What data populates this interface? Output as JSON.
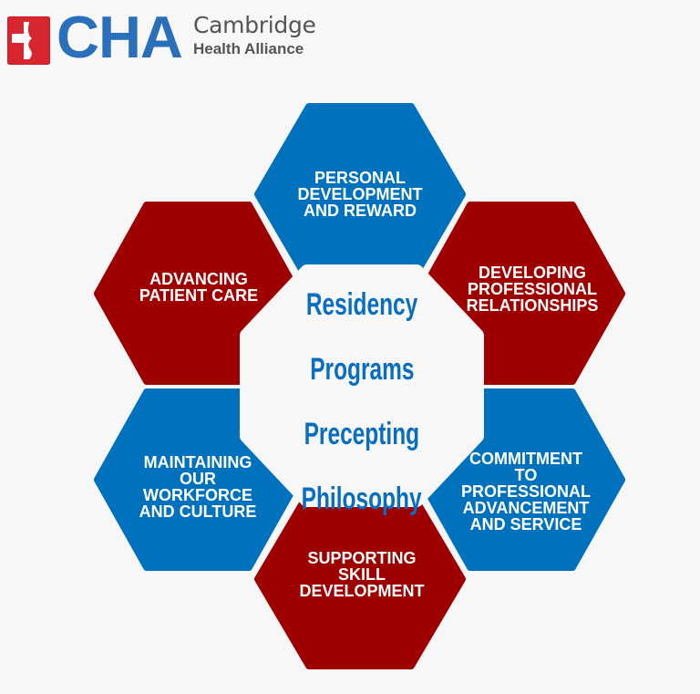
{
  "logo": {
    "abbr": "CHA",
    "name_line1": "Cambridge",
    "name_line2": "Health Alliance",
    "icon": "cha-cross-icon",
    "colors": {
      "abbr": "#2a6fba",
      "name": "#555555",
      "mark": "#d7262e"
    }
  },
  "diagram": {
    "center": {
      "lines": [
        "Residency",
        "Programs",
        "Precepting",
        "Philosophy"
      ],
      "color": "#0a6ec0"
    },
    "colors": {
      "blue": "#0071bd",
      "red": "#9e0000",
      "background": "#f7f7f7",
      "label": "#ffffff"
    },
    "segments": [
      {
        "id": "top",
        "label": "PERSONAL\nDEVELOPMENT\nAND REWARD",
        "color": "blue"
      },
      {
        "id": "upper-right",
        "label": "DEVELOPING\nPROFESSIONAL\nRELATIONSHIPS",
        "color": "red"
      },
      {
        "id": "lower-right",
        "label": "COMMITMENT\nTO\nPROFESSIONAL\nADVANCEMENT\nAND SERVICE",
        "color": "blue"
      },
      {
        "id": "bottom",
        "label": "SUPPORTING\nSKILL\nDEVELOPMENT",
        "color": "red"
      },
      {
        "id": "lower-left",
        "label": "MAINTAINING\nOUR\nWORKFORCE\nAND CULTURE",
        "color": "blue"
      },
      {
        "id": "upper-left",
        "label": "ADVANCING\nPATIENT CARE",
        "color": "red"
      }
    ]
  }
}
